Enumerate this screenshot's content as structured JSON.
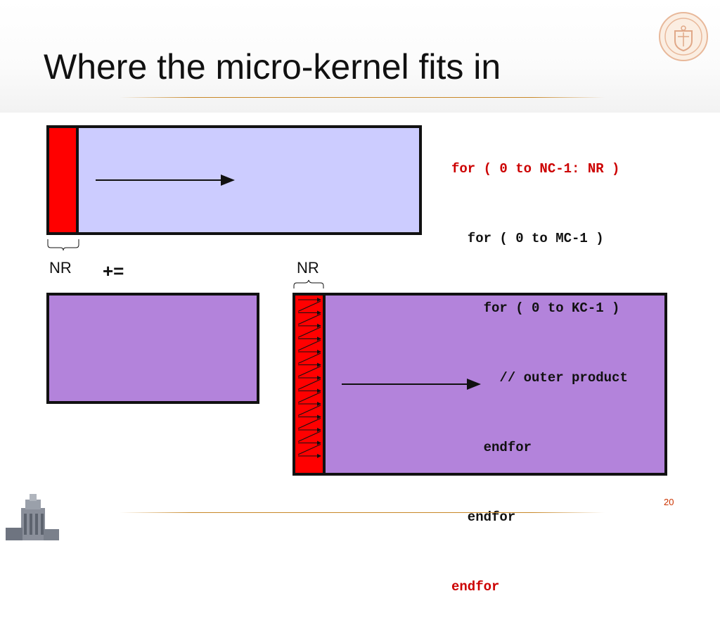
{
  "slide": {
    "title": "Where the micro-kernel fits in",
    "page_number": "20"
  },
  "code": {
    "lines": [
      {
        "text": "for ( 0 to NC-1: NR )",
        "color": "#cc0000"
      },
      {
        "text": "  for ( 0 to MC-1 )",
        "color": "#111111"
      },
      {
        "text": "    for ( 0 to KC-1 )",
        "color": "#111111"
      },
      {
        "text": "      // outer product",
        "color": "#111111"
      },
      {
        "text": "    endfor",
        "color": "#111111"
      },
      {
        "text": "  endfor",
        "color": "#111111"
      },
      {
        "text": "endfor",
        "color": "#cc0000"
      }
    ]
  },
  "diagram": {
    "label_nr_top": "NR",
    "label_nr_bottom": "NR",
    "operator": "+=",
    "colors": {
      "light_blue": "#ccccff",
      "red": "#ff0000",
      "purple": "#b383db",
      "border": "#111111"
    }
  },
  "icons": [
    "university-seal-icon",
    "tower-logo-icon"
  ]
}
